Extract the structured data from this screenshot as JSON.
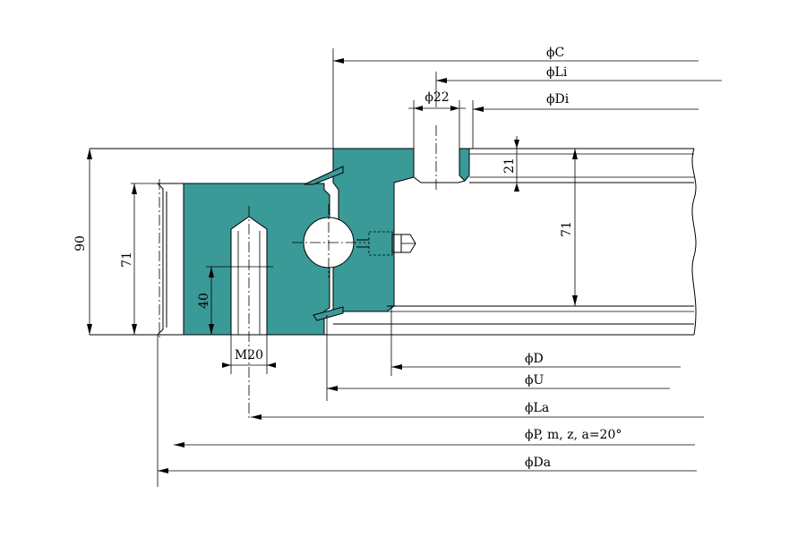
{
  "drawing": {
    "colors": {
      "ring": "#3a9a98",
      "line": "#000000",
      "background": "#ffffff"
    },
    "dimensions": {
      "height_total": "90",
      "height_outer_ring": "71",
      "height_inner_ring": "71",
      "bolt_depth": "40",
      "bolt_thread": "M20",
      "hole_diameter": "ϕ22",
      "gear_height": "21"
    },
    "diameters": {
      "c": "ϕC",
      "li": "ϕLi",
      "di": "ϕDi",
      "d": "ϕD",
      "u": "ϕU",
      "la": "ϕLa",
      "pitch": "ϕP, m, z,  a=20°",
      "da": "ϕDa"
    }
  }
}
